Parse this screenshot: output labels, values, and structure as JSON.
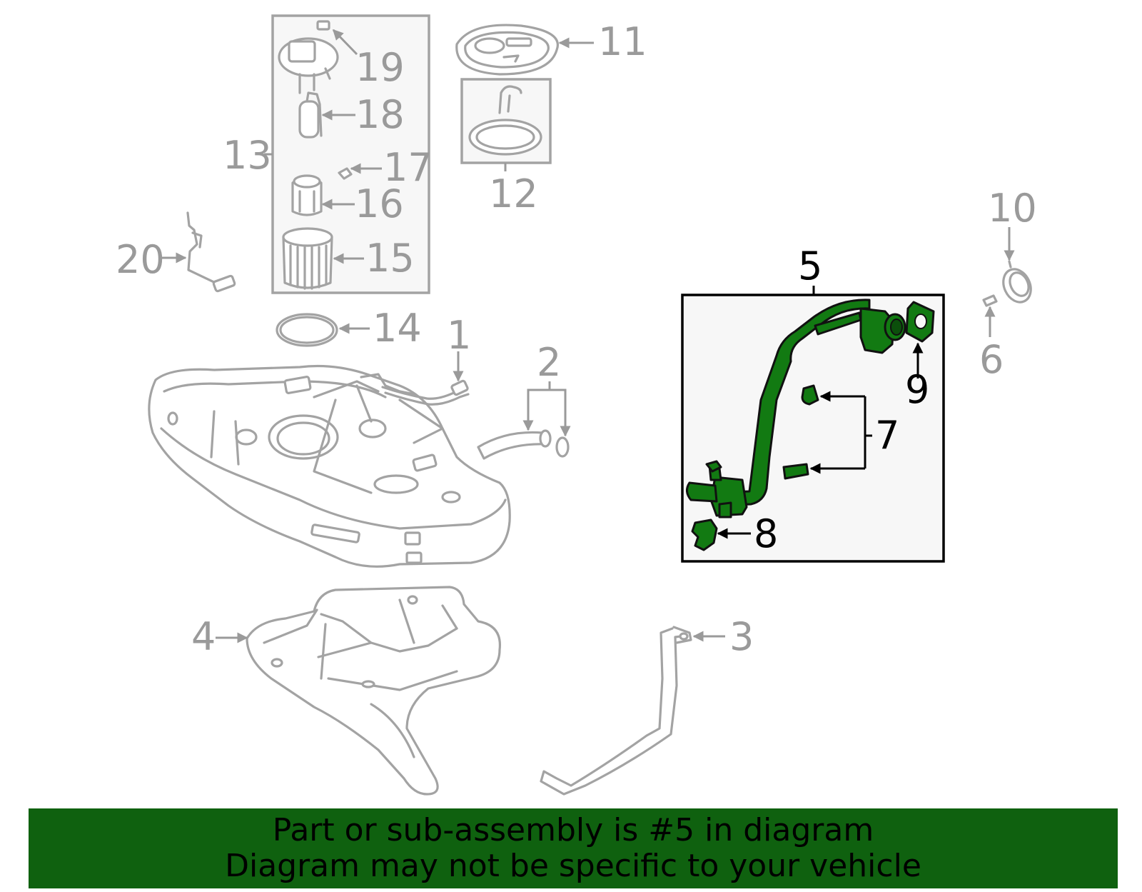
{
  "diagram": {
    "labels": {
      "l1": "1",
      "l2": "2",
      "l3": "3",
      "l4": "4",
      "l5": "5",
      "l6": "6",
      "l7": "7",
      "l8": "8",
      "l9": "9",
      "l10": "10",
      "l11": "11",
      "l12": "12",
      "l13": "13",
      "l14": "14",
      "l15": "15",
      "l16": "16",
      "l17": "17",
      "l18": "18",
      "l19": "19",
      "l20": "20"
    },
    "highlight_color": "#127a12",
    "part_color": "#a3a3a3"
  },
  "banner": {
    "line1": "Part or sub-assembly is #5 in diagram",
    "line2": "Diagram may not be specific to your vehicle",
    "background": "#0f610f"
  }
}
